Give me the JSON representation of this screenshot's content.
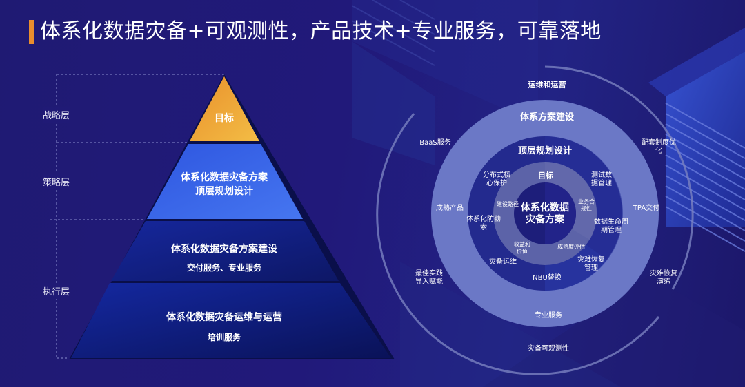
{
  "header": {
    "title": "体系化数据灾备+可观测性，产品技术+专业服务，可靠落地",
    "accent_color": "#e98d2e"
  },
  "pyramid": {
    "layer_labels": [
      {
        "label": "战略层"
      },
      {
        "label": "策略层"
      },
      {
        "label": "执行层"
      }
    ],
    "tiers": [
      {
        "title": "目标",
        "subtitle": "",
        "color": "#eca038"
      },
      {
        "title": "体系化数据灾备方案",
        "subtitle": "顶层规划设计",
        "color": "#3a66e8"
      },
      {
        "title": "体系化数据灾备方案建设",
        "subtitle": "交付服务、专业服务",
        "color": "#14238f"
      },
      {
        "title": "体系化数据灾备运维与运营",
        "subtitle": "培训服务",
        "color": "#101c80"
      }
    ]
  },
  "rings": {
    "core": {
      "line1": "体系化数据",
      "line2": "灾备方案"
    },
    "inner_ring": {
      "items": [
        "目标",
        "建设路径",
        "业务合规性",
        "收益和价值",
        "成熟度评估"
      ]
    },
    "middle_ring": {
      "title": "顶层规划设计",
      "items": [
        "分布式核心保护",
        "测试数据管理",
        "体系化防勒索",
        "数据生命周期管理",
        "灾备运维",
        "灾难恢复管理",
        "NBU替换"
      ]
    },
    "outer_ring": {
      "title": "体系方案建设",
      "items": [
        "成熟产品",
        "TPA交付",
        "专业服务"
      ]
    },
    "outermost": {
      "title": "运维和运营",
      "items": [
        "BaaS服务",
        "配套制度优化",
        "最佳实践导入赋能",
        "灾难恢复演练",
        "灾备可观测性"
      ]
    },
    "colors": {
      "light_ring": "#6b78c6",
      "dark_ring": "#232a8e",
      "grey_ring": "#5c63a8",
      "core": "#1d1e7a",
      "arc": "#7b82c0"
    }
  }
}
